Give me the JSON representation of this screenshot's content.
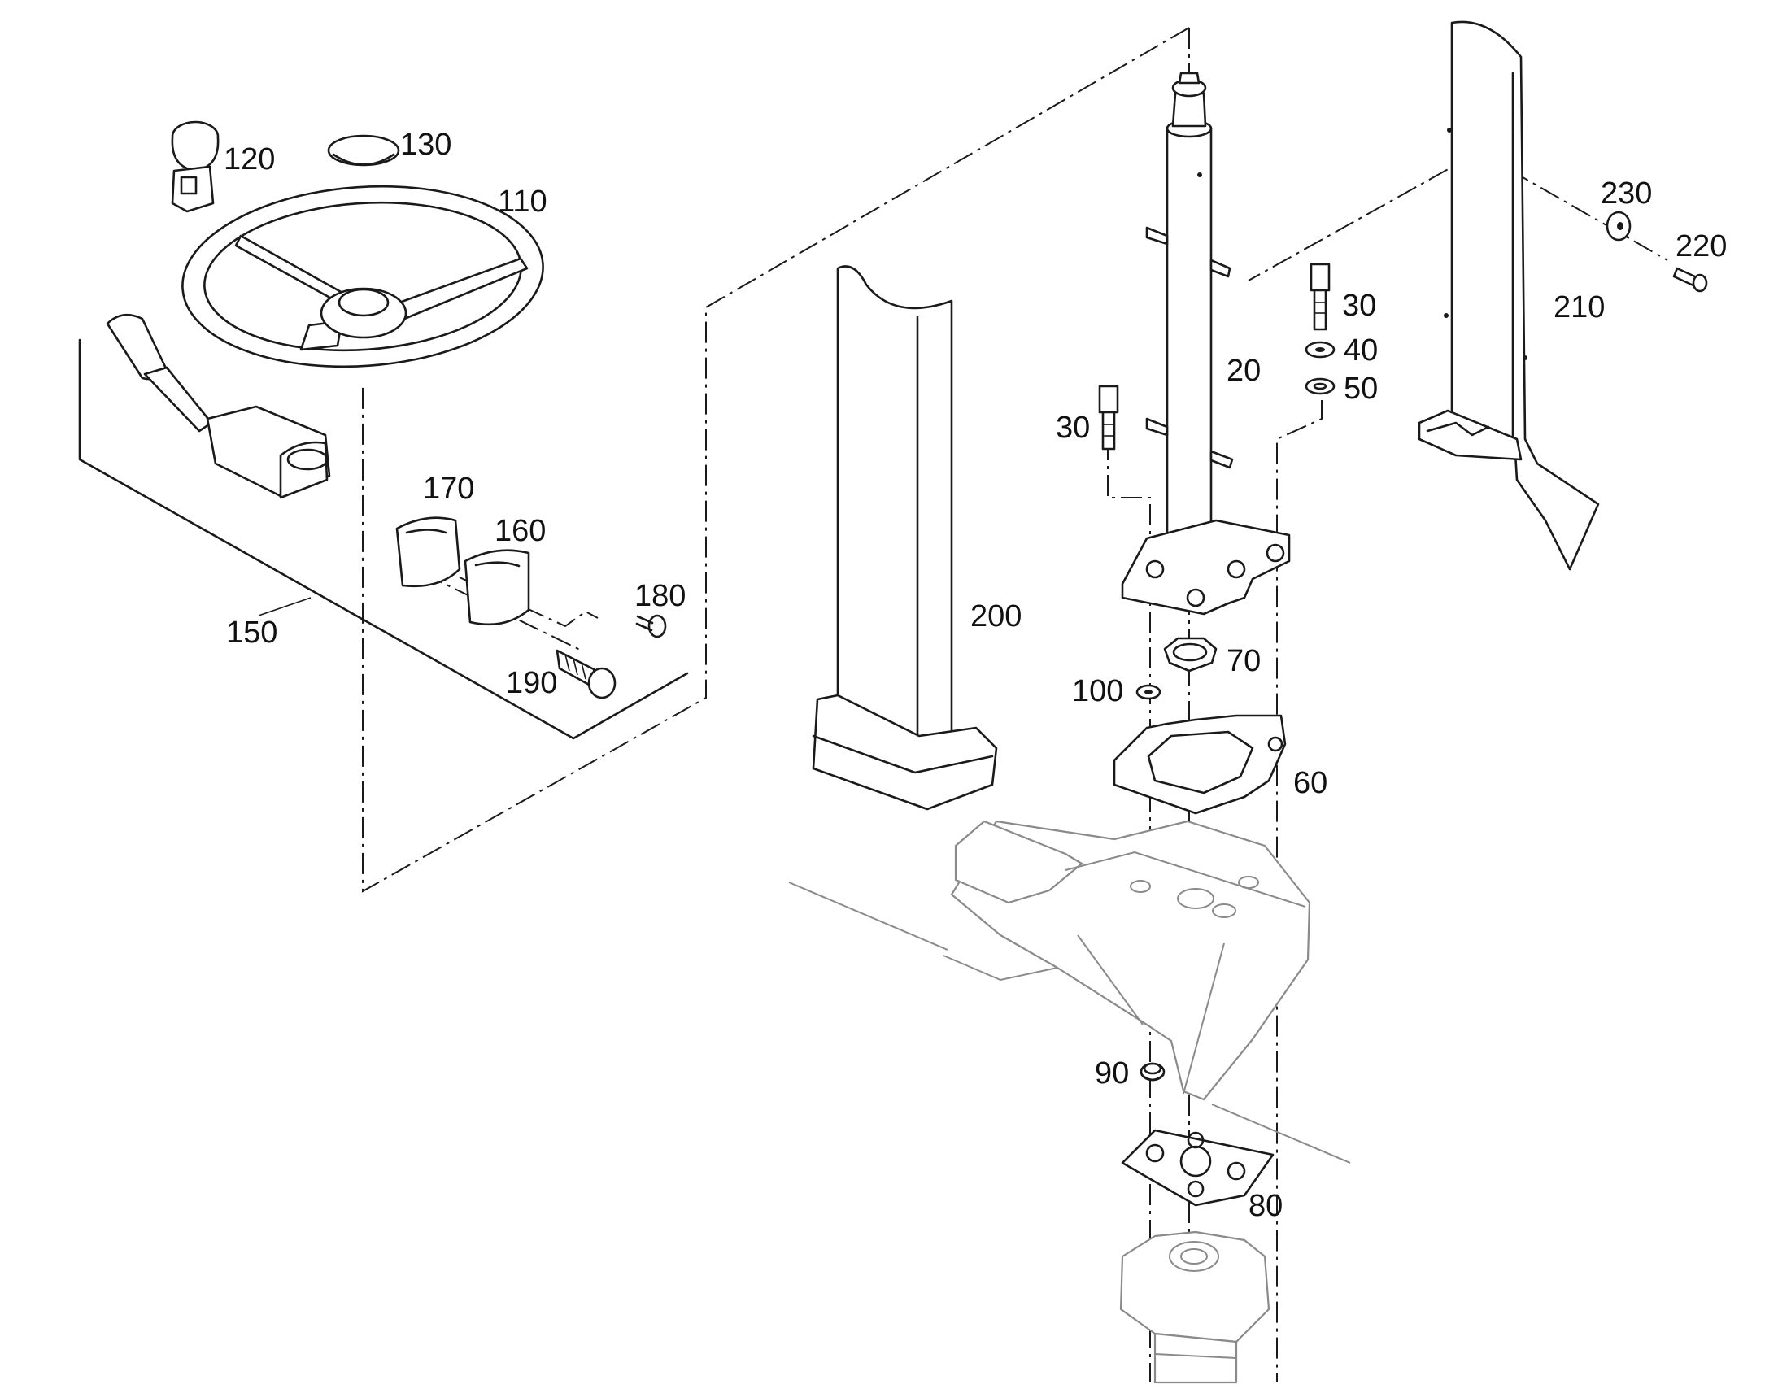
{
  "diagram": {
    "callouts": {
      "c20": "20",
      "c30a": "30",
      "c30b": "30",
      "c40": "40",
      "c50": "50",
      "c60": "60",
      "c70": "70",
      "c80": "80",
      "c90": "90",
      "c100": "100",
      "c110": "110",
      "c120": "120",
      "c130": "130",
      "c150": "150",
      "c160": "160",
      "c170": "170",
      "c180": "180",
      "c190": "190",
      "c200": "200",
      "c210": "210",
      "c220": "220",
      "c230": "230"
    }
  }
}
